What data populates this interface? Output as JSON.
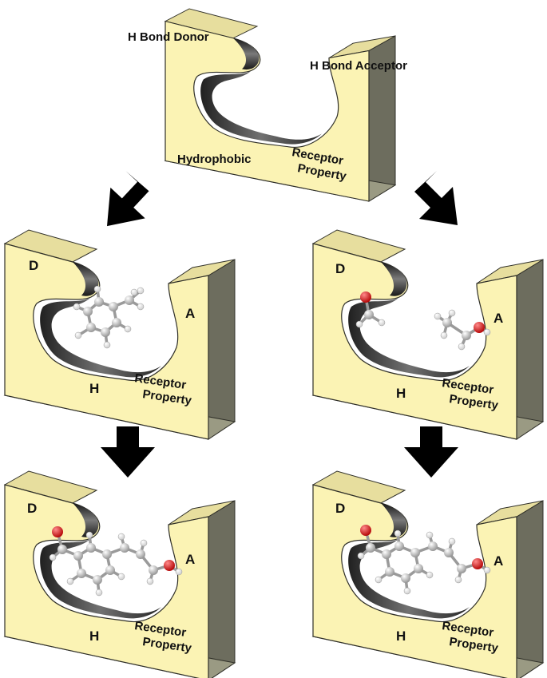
{
  "top_panel": {
    "labels": {
      "donor": "H Bond Donor",
      "acceptor": "H Bond Acceptor",
      "hydrophobic": "Hydrophobic",
      "receptor_line1": "Receptor",
      "receptor_line2": "Property"
    }
  },
  "panels": [
    {
      "id": "middle-left",
      "labels": {
        "donor": "D",
        "acceptor": "A",
        "hydrophobic": "H",
        "receptor_line1": "Receptor",
        "receptor_line2": "Property"
      },
      "ligand": "toluene-fragment"
    },
    {
      "id": "middle-right",
      "labels": {
        "donor": "D",
        "acceptor": "A",
        "hydrophobic": "H",
        "receptor_line1": "Receptor",
        "receptor_line2": "Property"
      },
      "ligand": "aldehyde-and-ethanol-fragments"
    },
    {
      "id": "bottom-left",
      "labels": {
        "donor": "D",
        "acceptor": "A",
        "hydrophobic": "H",
        "receptor_line1": "Receptor",
        "receptor_line2": "Property"
      },
      "ligand": "linked-aromatic-ligand"
    },
    {
      "id": "bottom-right",
      "labels": {
        "donor": "D",
        "acceptor": "A",
        "hydrophobic": "H",
        "receptor_line1": "Receptor",
        "receptor_line2": "Property"
      },
      "ligand": "linked-aromatic-ligand"
    }
  ],
  "colors": {
    "block_face": "#fbf3b4",
    "block_side": "#6d6d5e",
    "block_outline": "#2f2f28",
    "pocket_dark": "#262626",
    "arrow": "#000000",
    "carbon": "#b9b9b9",
    "oxygen": "#e02222",
    "hydrogen": "#ffffff",
    "bond": "#9a9a9a"
  },
  "arrows": [
    "arrow-down-left",
    "arrow-down-right",
    "arrow-down",
    "arrow-down"
  ]
}
